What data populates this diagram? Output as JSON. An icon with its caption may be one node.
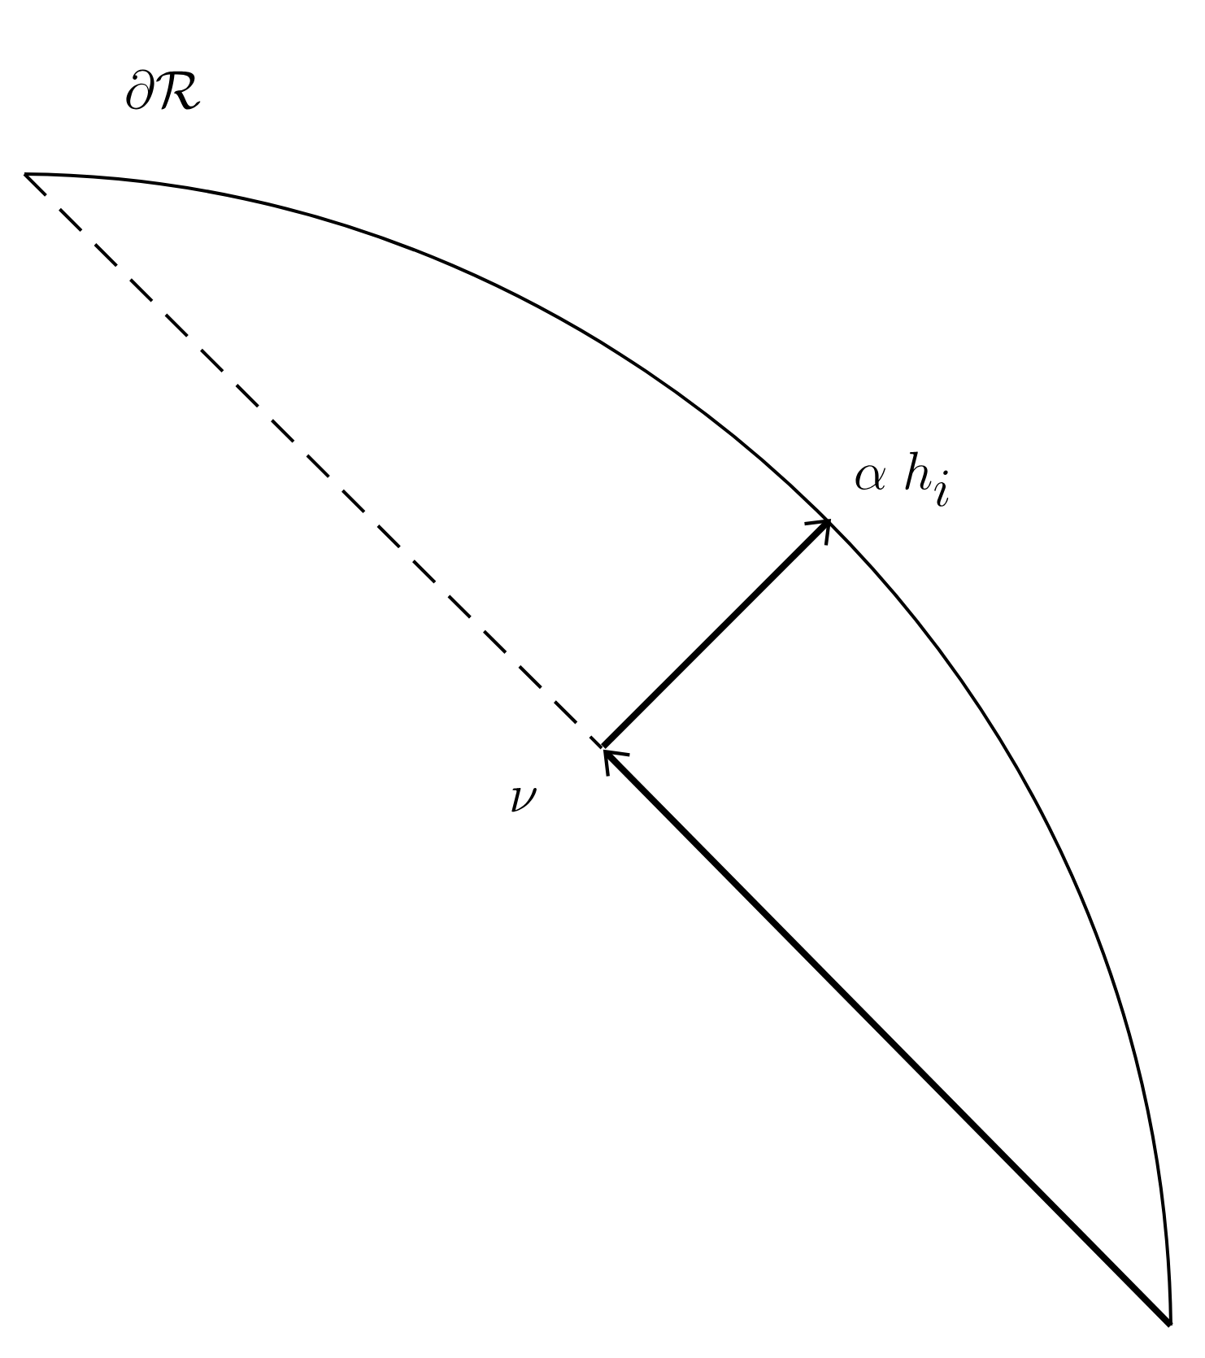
{
  "diagram": {
    "nodes": [
      {
        "text": [],
        "shape": "point",
        "beside": [
          "\\nu"
        ]
      },
      {
        "text": [],
        "shape": "point",
        "beside": [
          "\\alpha\\; h_i"
        ]
      }
    ],
    "edges": [
      {
        "from": null,
        "to": 0,
        "arrow": "to"
      },
      {
        "from": 0,
        "to": 1,
        "arrow": "to"
      }
    ],
    "labels": [
      "\\partial\\mathcal{R}"
    ]
  }
}
